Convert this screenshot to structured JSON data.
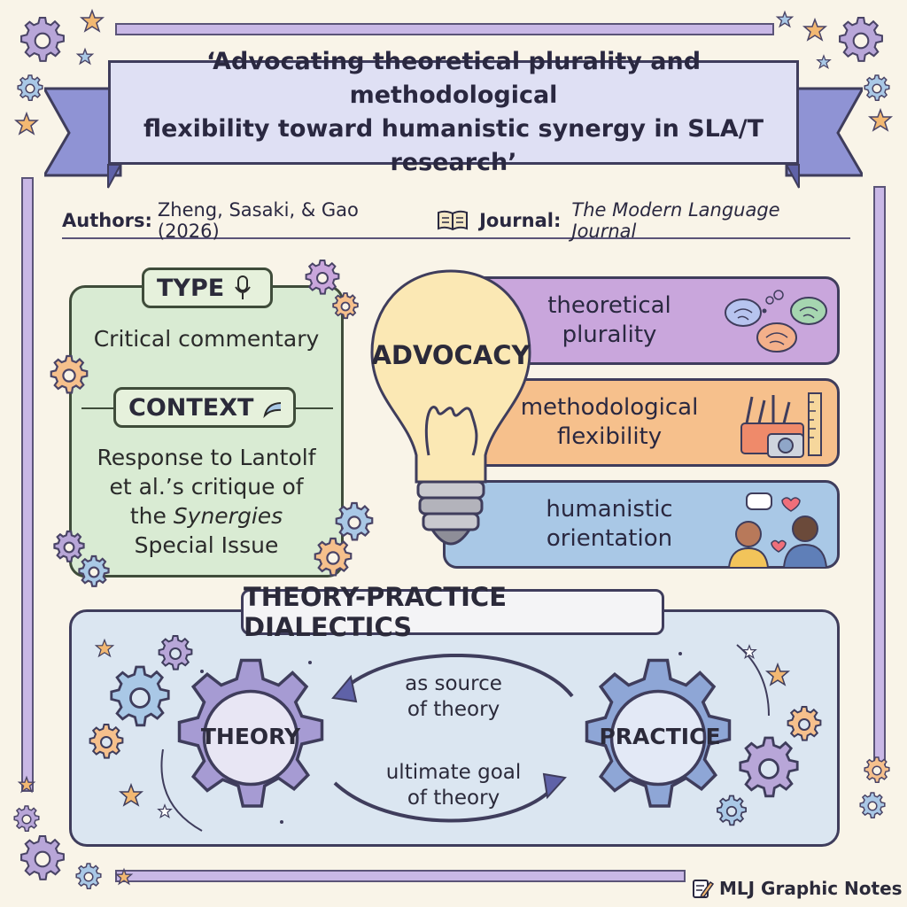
{
  "title": {
    "line1": "‘Advocating theoretical plurality and methodological",
    "line2": "flexibility toward humanistic synergy in SLA/T research’"
  },
  "meta": {
    "authors_label": "Authors:",
    "authors_value": "Zheng, Sasaki, & Gao (2026)",
    "journal_label": "Journal:",
    "journal_value": "The Modern Language Journal"
  },
  "type_box": {
    "type_label": "TYPE",
    "type_value": "Critical commentary",
    "context_label": "CONTEXT",
    "context_line1": "Response to Lantolf",
    "context_line2": "et al.’s critique of",
    "context_line3_pre": "the ",
    "context_line3_em": "Synergies",
    "context_line4": "Special Issue"
  },
  "advocacy": {
    "center_label": "ADVOCACY",
    "items": [
      {
        "line1": "theoretical",
        "line2": "plurality",
        "color": "#c9a6dc"
      },
      {
        "line1": "methodological",
        "line2": "flexibility",
        "color": "#f6c08c"
      },
      {
        "line1": "humanistic",
        "line2": "orientation",
        "color": "#a9c8e6"
      }
    ]
  },
  "dialectics": {
    "title": "THEORY-PRACTICE DIALECTICS",
    "left_gear": "THEORY",
    "right_gear": "PRACTICE",
    "top_arrow_line1": "as source",
    "top_arrow_line2": "of theory",
    "bottom_arrow_line1": "ultimate goal",
    "bottom_arrow_line2": "of theory"
  },
  "footer": {
    "label": "MLJ Graphic Notes"
  }
}
